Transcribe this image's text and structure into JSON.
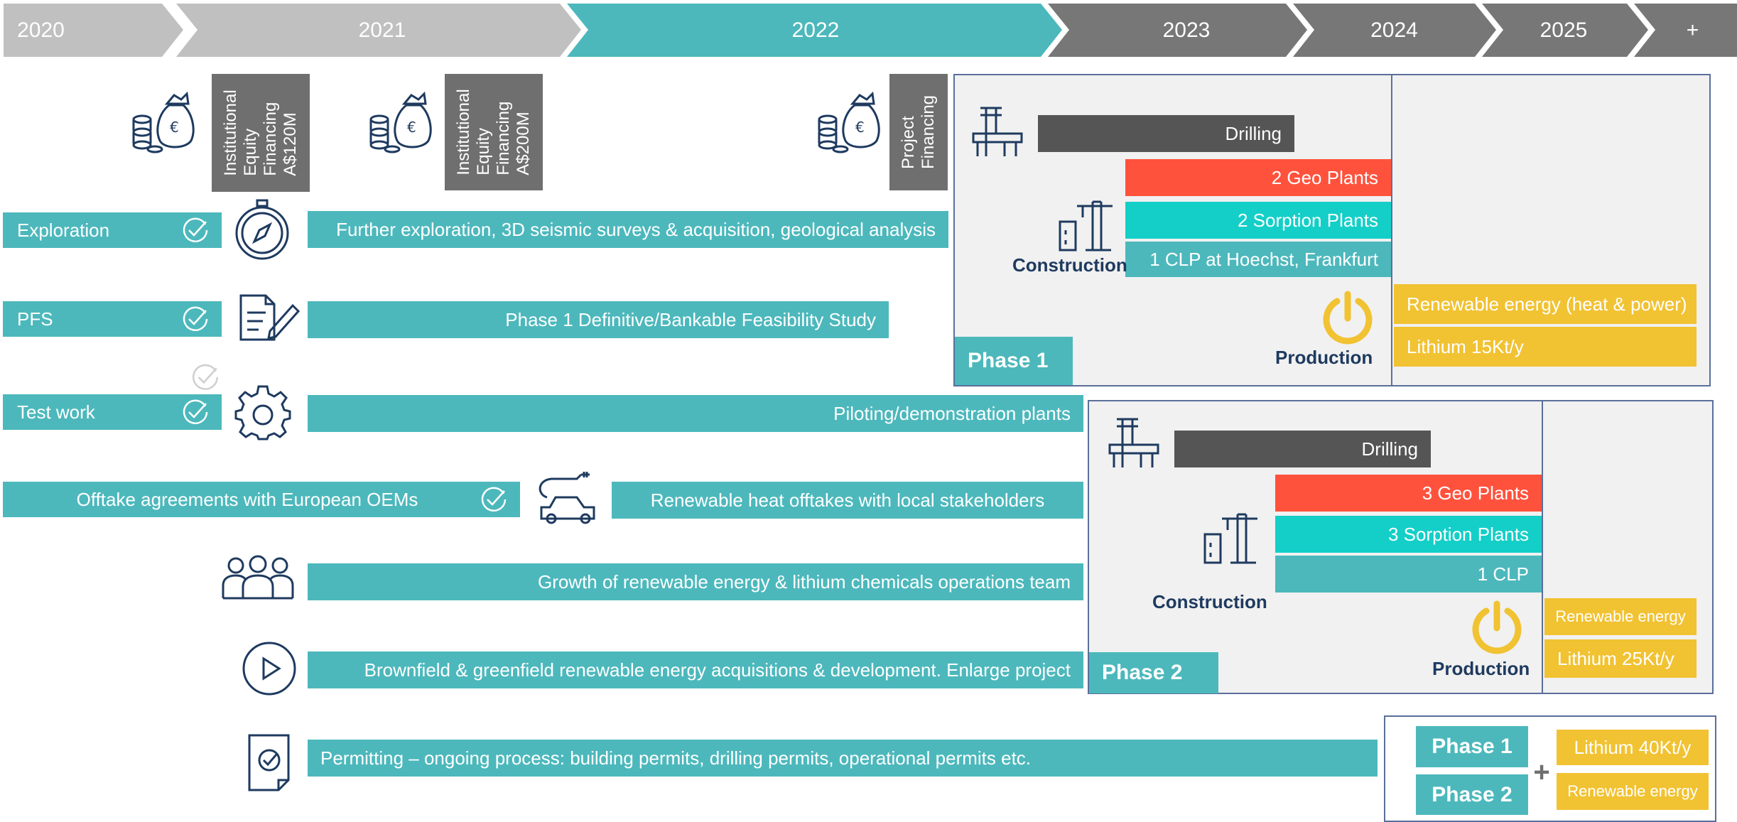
{
  "timeline": {
    "years": [
      {
        "label": "2020",
        "color": "#c0c0c0"
      },
      {
        "label": "2021",
        "color": "#c0c0c0"
      },
      {
        "label": "2022",
        "color": "#4cb8bc"
      },
      {
        "label": "2023",
        "color": "#777777"
      },
      {
        "label": "2024",
        "color": "#777777"
      },
      {
        "label": "2025",
        "color": "#777777"
      },
      {
        "label": "+",
        "color": "#777777"
      }
    ]
  },
  "financing": {
    "f1": "Institutional\nEquity\nFinancing\nA$120M",
    "f2": "Institutional\nEquity\nFinancing\nA$200M",
    "f3": "Project\nFinancing",
    "icon": "money-bag-icon"
  },
  "workstreams": {
    "exploration_label": "Exploration",
    "exploration_bar": "Further exploration, 3D seismic surveys & acquisition, geological analysis",
    "pfs_label": "PFS",
    "pfs_bar": "Phase 1 Definitive/Bankable Feasibility Study",
    "testwork_label": "Test work",
    "testwork_bar": "Piloting/demonstration plants",
    "offtake_label": "Offtake agreements with European OEMs",
    "offtake_bar": "Renewable heat offtakes with local stakeholders",
    "team_bar": "Growth of renewable energy & lithium chemicals operations team",
    "acq_bar": "Brownfield & greenfield renewable energy acquisitions & development. Enlarge project",
    "permit_bar": "Permitting – ongoing process: building permits, drilling permits, operational permits etc."
  },
  "phase1": {
    "drilling": "Drilling",
    "geo": "2 Geo Plants",
    "sorption": "2 Sorption Plants",
    "clp": "1 CLP at Hoechst, Frankfurt",
    "construction": "Construction",
    "production": "Production",
    "energy": "Renewable energy (heat & power)",
    "lithium": "Lithium 15Kt/y",
    "label": "Phase 1"
  },
  "phase2": {
    "drilling": "Drilling",
    "geo": "3 Geo Plants",
    "sorption": "3 Sorption Plants",
    "clp": "1 CLP",
    "construction": "Construction",
    "production": "Production",
    "energy": "Renewable energy",
    "lithium": "Lithium 25Kt/y",
    "label": "Phase 2"
  },
  "combined": {
    "phase1": "Phase 1",
    "phase2": "Phase 2",
    "plus": "+",
    "lithium": "Lithium 40Kt/y",
    "energy": "Renewable energy"
  },
  "colors": {
    "teal": "#4cb8bc",
    "red": "#ff523d",
    "cyan": "#13cfc8",
    "yellow": "#f1c232",
    "dark": "#555555",
    "navy": "#1e3a5f"
  }
}
